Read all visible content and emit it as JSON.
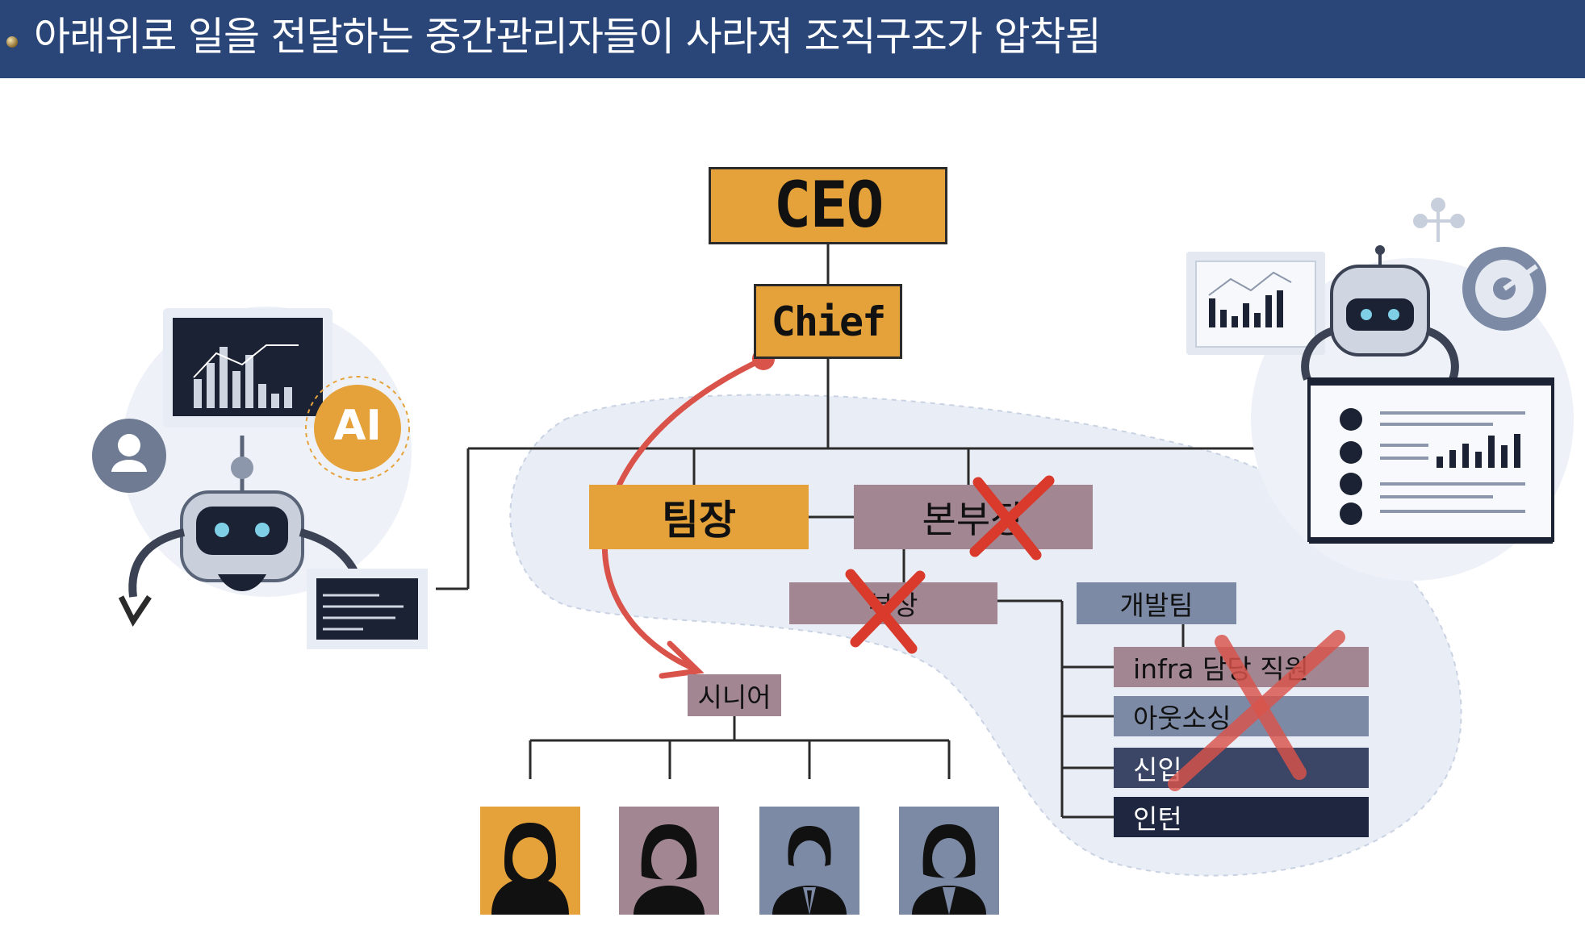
{
  "header": {
    "title": "아래위로 일을 전달하는 중간관리자들이 사라져 조직구조가 압착됨"
  },
  "org": {
    "ceo": "CEO",
    "chief": "Chief",
    "team_lead": "팀장",
    "division_head": "본부장",
    "department_head": "부장",
    "dev_team": "개발팀",
    "senior": "시니어",
    "dev_members": [
      "infra 담당 직원",
      "아웃소싱",
      "신입",
      "인턴"
    ]
  },
  "ai_badge": "AI",
  "colors": {
    "header_bg": "#2a4577",
    "orange": "#e6a23a",
    "mauve": "#a28792",
    "slate": "#7c8aa6",
    "navy": "#1e2640",
    "cross_red": "#d93a2b",
    "arrow_red": "#d9534a"
  },
  "icons": [
    "robot-icon",
    "user-icon",
    "bar-chart-icon",
    "document-icon",
    "network-icon",
    "pie-chart-icon",
    "person-icon"
  ]
}
